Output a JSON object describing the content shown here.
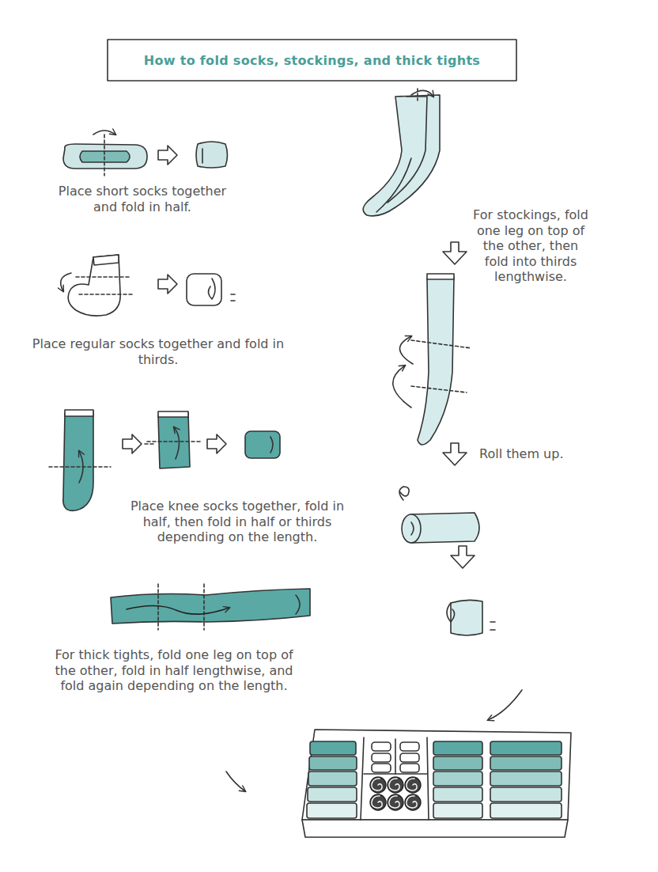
{
  "diagram": {
    "title": "How to fold socks, stockings, and thick tights",
    "labels": [
      "Place short socks together and fold in half.",
      "Place regular socks together and fold in thirds.",
      "Place knee socks together, fold in half, then fold in half or thirds depending on the length.",
      "For thick tights, fold one leg on top of the other, fold in half lengthwise, and fold again depending on the length.",
      "For stockings, fold one leg on top of the other, then fold into thirds lengthwise.",
      "Roll them up."
    ]
  }
}
